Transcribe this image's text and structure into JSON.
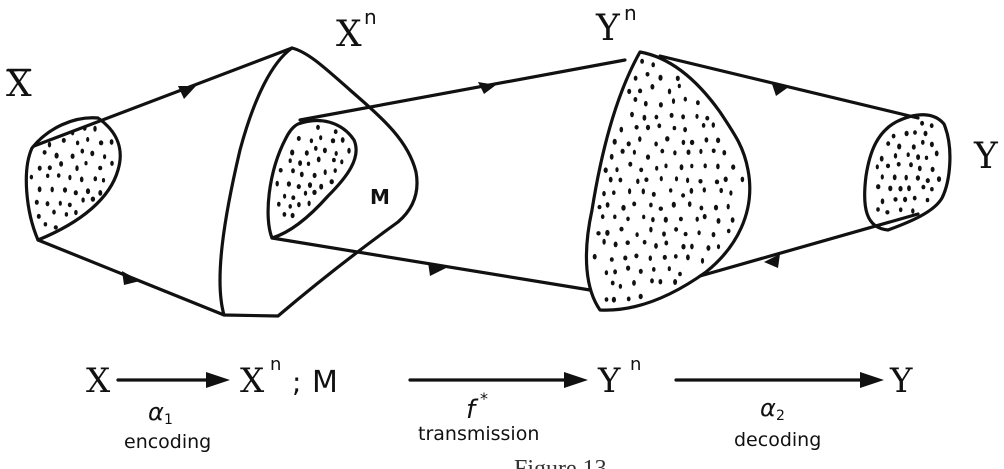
{
  "diagram": {
    "labels": {
      "x": "X",
      "xn": "X",
      "xn_sup": "n",
      "yn": "Y",
      "yn_sup": "n",
      "y": "Y",
      "m": "M"
    },
    "flow": {
      "x": "X",
      "xn": "X",
      "xn_sup": "n",
      "sep": ";",
      "m": "M",
      "yn": "Y",
      "yn_sup": "n",
      "y": "Y"
    },
    "arrows": {
      "a1_symbol": "α",
      "a1_sub": "1",
      "a1_label": "encoding",
      "f_symbol": "f",
      "f_sup": "*",
      "f_label": "transmission",
      "a2_symbol": "α",
      "a2_sub": "2",
      "a2_label": "decoding"
    },
    "caption": "Figure 13"
  }
}
